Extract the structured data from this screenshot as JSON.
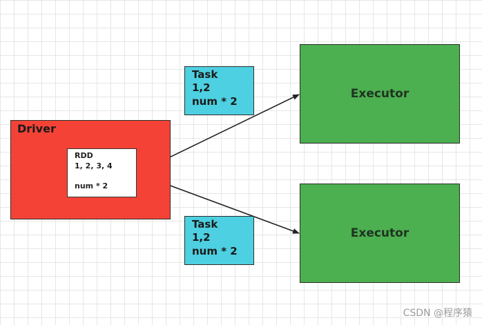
{
  "driver": {
    "title": "Driver",
    "color": "#f44336",
    "rdd": {
      "line1": "RDD",
      "line2": "1, 2, 3, 4",
      "line3": "num * 2"
    }
  },
  "tasks": [
    {
      "title": "Task",
      "data": "1,2",
      "op": "num * 2",
      "color": "#4dd0e1"
    },
    {
      "title": "Task",
      "data": "1,2",
      "op": "num * 2",
      "color": "#4dd0e1"
    }
  ],
  "executors": [
    {
      "label": "Executor",
      "color": "#4caf50"
    },
    {
      "label": "Executor",
      "color": "#4caf50"
    }
  ],
  "watermark": "CSDN @程序猿"
}
